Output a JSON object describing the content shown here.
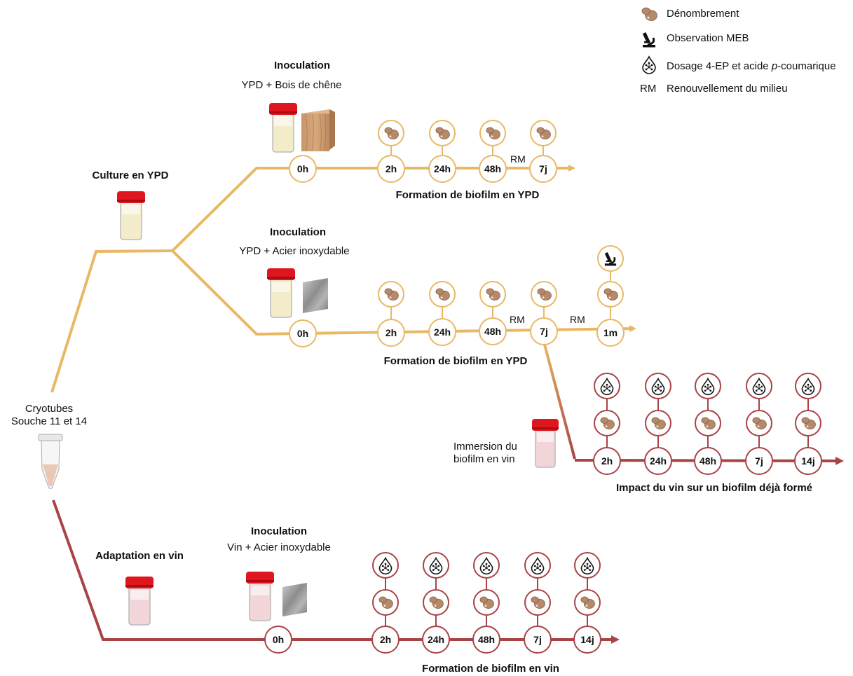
{
  "legend": {
    "count": "Dénombrement",
    "sem": "Observation MEB",
    "assay_prefix": "Dosage 4-EP et acide ",
    "assay_italic": "p",
    "assay_suffix": "-coumarique",
    "rm_abbr": "RM",
    "rm_text": "Renouvellement du milieu"
  },
  "source": {
    "line1": "Cryotubes",
    "line2": "Souche 11 et 14"
  },
  "culture": {
    "title": "Culture en YPD"
  },
  "branch_wood": {
    "title": "Inoculation",
    "subtitle": "YPD + Bois de chêne",
    "points": [
      "0h",
      "2h",
      "24h",
      "48h",
      "7j"
    ],
    "rm": "RM",
    "caption": "Formation de biofilm en YPD"
  },
  "branch_steel": {
    "title": "Inoculation",
    "subtitle": "YPD + Acier inoxydable",
    "points": [
      "0h",
      "2h",
      "24h",
      "48h",
      "7j",
      "1m"
    ],
    "rm1": "RM",
    "rm2": "RM",
    "caption": "Formation de biofilm en YPD"
  },
  "branch_wine_immersion": {
    "label_line1": "Immersion du",
    "label_line2": "biofilm en vin",
    "points": [
      "2h",
      "24h",
      "48h",
      "7j",
      "14j"
    ],
    "caption": "Impact du vin sur un biofilm déjà formé"
  },
  "branch_wine": {
    "adapt_title": "Adaptation en vin",
    "title": "Inoculation",
    "subtitle": "Vin + Acier inoxydable",
    "points": [
      "0h",
      "2h",
      "24h",
      "48h",
      "7j",
      "14j"
    ],
    "caption": "Formation de biofilm en vin"
  },
  "colors": {
    "ypd": "#e9b865",
    "wine": "#a94346",
    "yeast": "#b5896a",
    "cap": "#e0161e",
    "ypd_liquid": "#f3eccb",
    "wine_liquid": "#f1d5d8"
  }
}
